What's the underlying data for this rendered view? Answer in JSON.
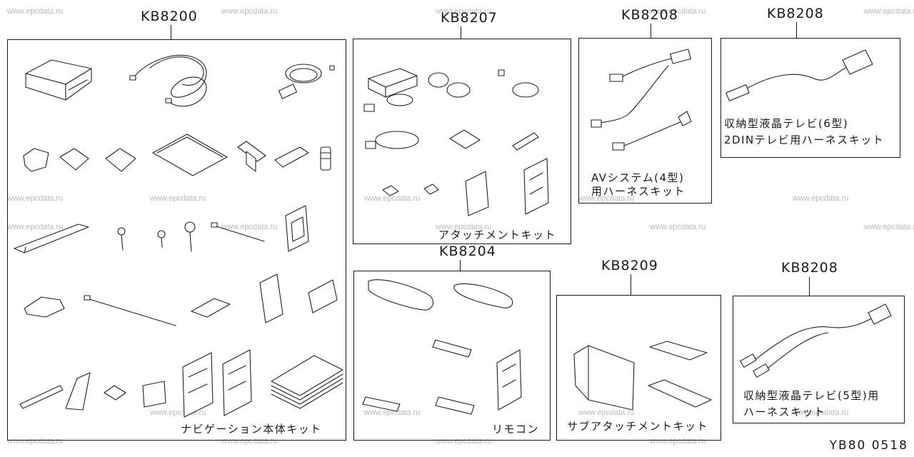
{
  "watermark": "www.epcdata.ru",
  "footer_code": "YB80 0518",
  "kits": [
    {
      "code": "KB8200",
      "label_lines": [
        "ナビゲーション本体キット"
      ]
    },
    {
      "code": "KB8207",
      "label_lines": [
        "アタッチメントキット"
      ]
    },
    {
      "code": "KB8208",
      "label_lines": [
        "AVシステム(4型)",
        "用ハーネスキット"
      ]
    },
    {
      "code": "KB8208",
      "label_lines": [
        "収納型液晶テレビ(6型)",
        "2DINテレビ用ハーネスキット"
      ]
    },
    {
      "code": "KB8204",
      "label_lines": [
        "リモコン"
      ]
    },
    {
      "code": "KB8209",
      "label_lines": [
        "サブアタッチメントキット"
      ]
    },
    {
      "code": "KB8208",
      "label_lines": [
        "収納型液晶テレビ(5型)用",
        "ハーネスキット"
      ]
    }
  ]
}
